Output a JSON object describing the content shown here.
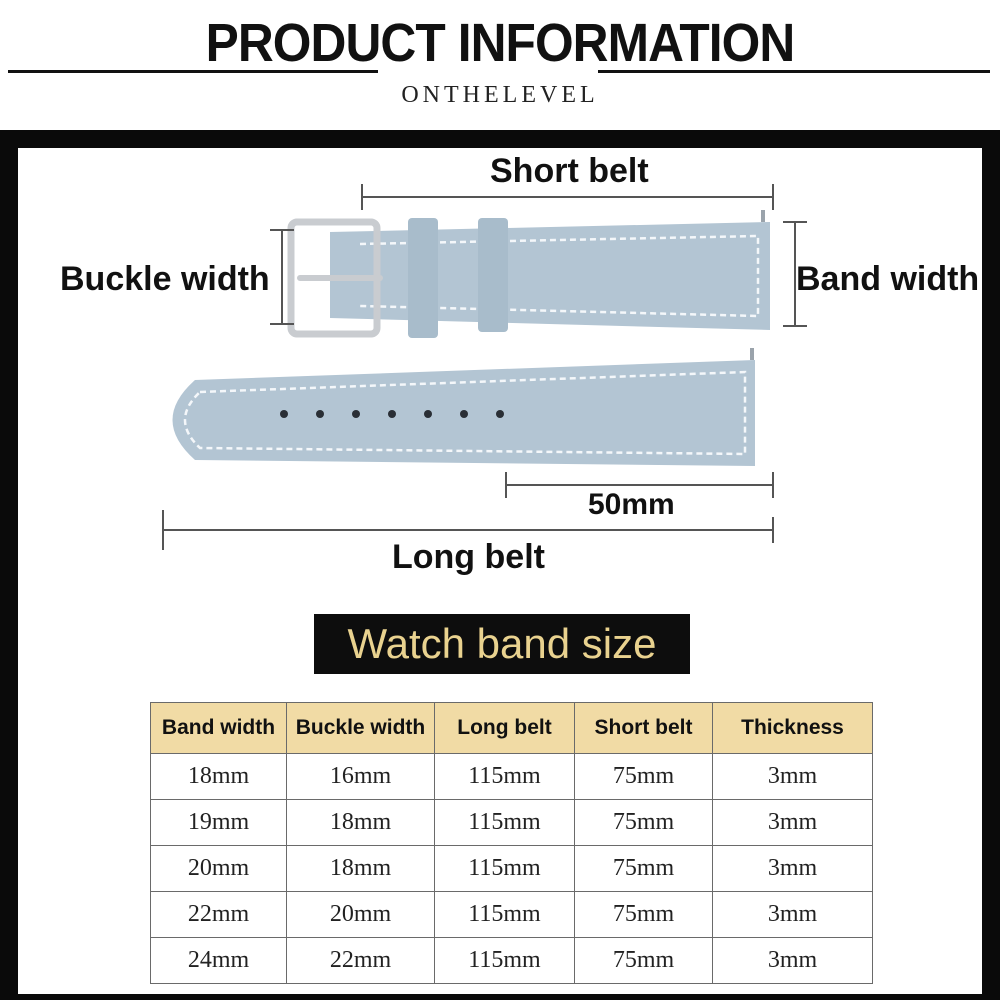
{
  "header": {
    "title": "PRODUCT INFORMATION",
    "brand": "ONTHELEVEL"
  },
  "diagram": {
    "labels": {
      "short_belt": "Short belt",
      "buckle_width": "Buckle width",
      "band_width": "Band width",
      "end_length": "50mm",
      "long_belt": "Long belt"
    },
    "strap_color": "#b3c5d3",
    "stitch_color": "#f4f7fa",
    "buckle_color": "#c9ccd0"
  },
  "size_section": {
    "title": "Watch band size"
  },
  "size_table": {
    "headers": [
      "Band width",
      "Buckle width",
      "Long belt",
      "Short belt",
      "Thickness"
    ],
    "rows": [
      [
        "18mm",
        "16mm",
        "115mm",
        "75mm",
        "3mm"
      ],
      [
        "19mm",
        "18mm",
        "115mm",
        "75mm",
        "3mm"
      ],
      [
        "20mm",
        "18mm",
        "115mm",
        "75mm",
        "3mm"
      ],
      [
        "22mm",
        "20mm",
        "115mm",
        "75mm",
        "3mm"
      ],
      [
        "24mm",
        "22mm",
        "115mm",
        "75mm",
        "3mm"
      ]
    ]
  },
  "colors": {
    "header_fill": "#f1dba5",
    "badge_bg": "#0d0d0d",
    "badge_text": "#e9d28f",
    "frame": "#0a0a0a"
  }
}
